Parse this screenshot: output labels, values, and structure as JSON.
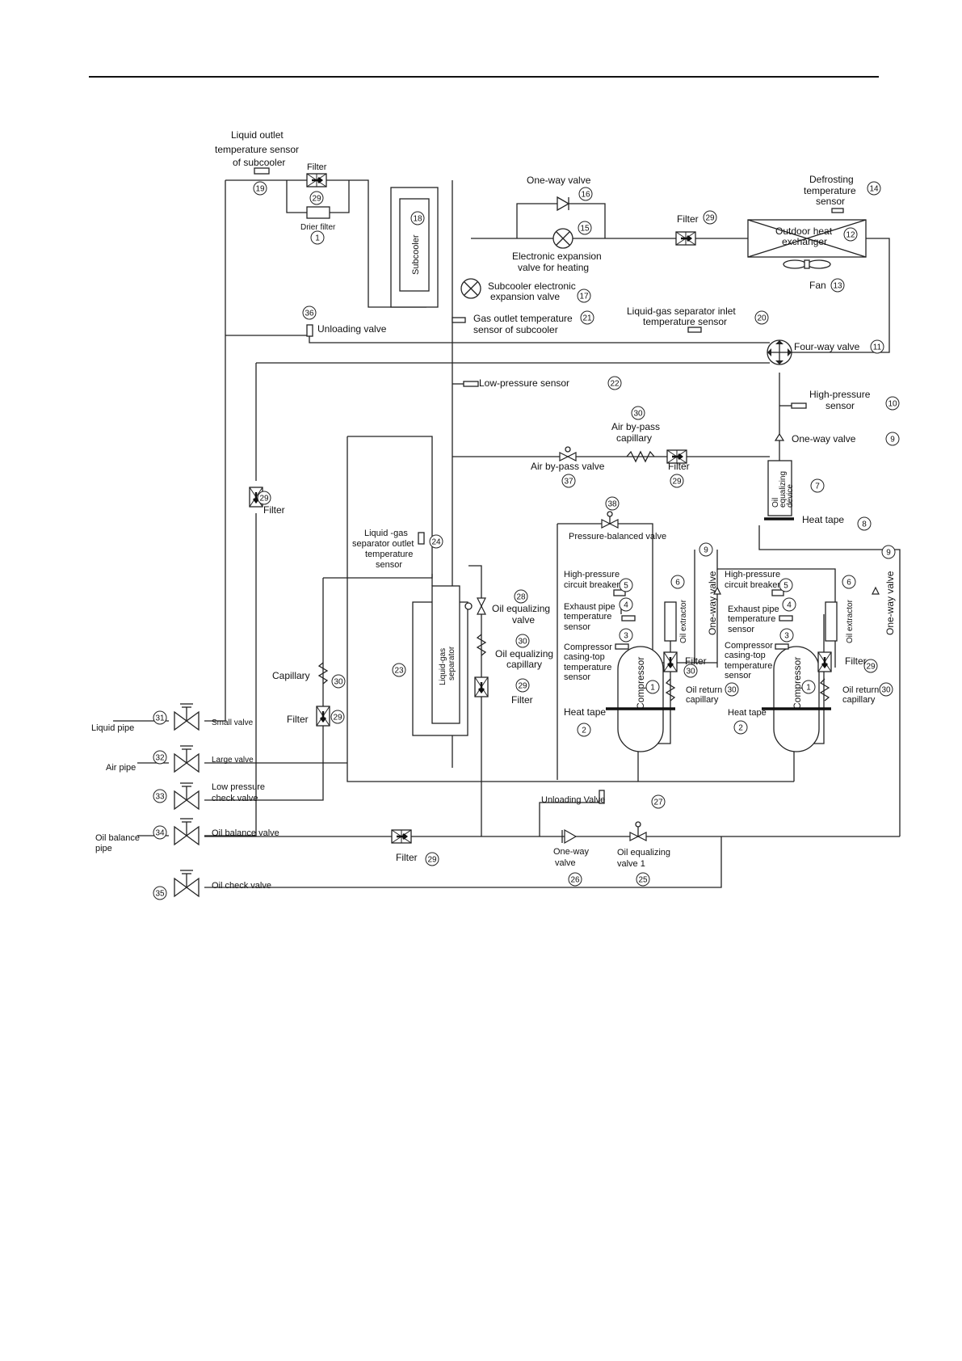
{
  "labels": {
    "liquid_outlet_sensor": [
      "Liquid outlet",
      "temperature sensor",
      "of subcooler"
    ],
    "filter": "Filter",
    "drier_filter": "Drier filter",
    "one_way_valve": "One-way valve",
    "subcooler": "Subcooler",
    "defrosting_sensor": [
      "Defrosting",
      "temperature",
      "sensor"
    ],
    "outdoor_heat_exchanger": [
      "Outdoor heat",
      "exchanger"
    ],
    "fan": "Fan",
    "eev_heating": [
      "Electronic expansion",
      "valve for heating"
    ],
    "subcooler_eev": [
      "Subcooler electronic",
      "expansion valve"
    ],
    "unloading_valve": "Unloading valve",
    "gas_outlet_sensor": [
      "Gas outlet temperature",
      "sensor of subcooler"
    ],
    "lgs_inlet_sensor": [
      "Liquid-gas separator inlet",
      "temperature sensor"
    ],
    "four_way_valve": "Four-way valve",
    "low_pressure_sensor": "Low-pressure sensor",
    "high_pressure_sensor": [
      "High-pressure",
      "sensor"
    ],
    "air_bypass_capillary": [
      "Air by-pass",
      "capillary"
    ],
    "air_bypass_valve": "Air by-pass valve",
    "oil_equalizing_device": [
      "Oil",
      "equalizing",
      "device"
    ],
    "heat_tape": "Heat tape",
    "pressure_balanced_valve": "Pressure-balanced valve",
    "lgs_outlet_sensor": [
      "Liquid -gas",
      "separator outlet",
      "temperature",
      "sensor"
    ],
    "oil_equalizing_valve": [
      "Oil equalizing",
      "valve"
    ],
    "oil_equalizing_capillary": [
      "Oil equalizing",
      "capillary"
    ],
    "capillary": "Capillary",
    "liquid_gas_separator": [
      "Liquid-gas",
      "separator"
    ],
    "hp_circuit_breaker": [
      "High-pressure",
      "circuit breaker"
    ],
    "exhaust_sensor": [
      "Exhaust pipe",
      "temperature",
      "sensor"
    ],
    "casing_top_sensor": [
      "Compressor",
      "casing-top",
      "temperature",
      "sensor"
    ],
    "compressor": "Compressor",
    "oil_extractor": "Oil extractor",
    "oil_return_capillary": [
      "Oil return",
      "capillary"
    ],
    "liquid_pipe": "Liquid pipe",
    "small_valve": "Small valve",
    "air_pipe": "Air pipe",
    "large_valve": "Large valve",
    "low_pressure_check_valve": [
      "Low pressure",
      "check valve"
    ],
    "oil_balance_pipe": [
      "Oil balance",
      "pipe"
    ],
    "oil_balance_valve": "Oil balance valve",
    "oil_check_valve": "Oil check valve",
    "unloading_valve_cap": "Unloading Valve",
    "one_way_valve_short": [
      "One-way",
      "valve"
    ],
    "oil_equalizing_valve1": [
      "Oil equalizing",
      "valve 1"
    ]
  },
  "numbers": [
    "1",
    "2",
    "3",
    "4",
    "5",
    "6",
    "7",
    "8",
    "9",
    "10",
    "11",
    "12",
    "13",
    "14",
    "15",
    "16",
    "17",
    "18",
    "19",
    "20",
    "21",
    "22",
    "23",
    "24",
    "25",
    "26",
    "27",
    "28",
    "29",
    "30",
    "31",
    "32",
    "33",
    "34",
    "35",
    "36",
    "37",
    "38"
  ]
}
